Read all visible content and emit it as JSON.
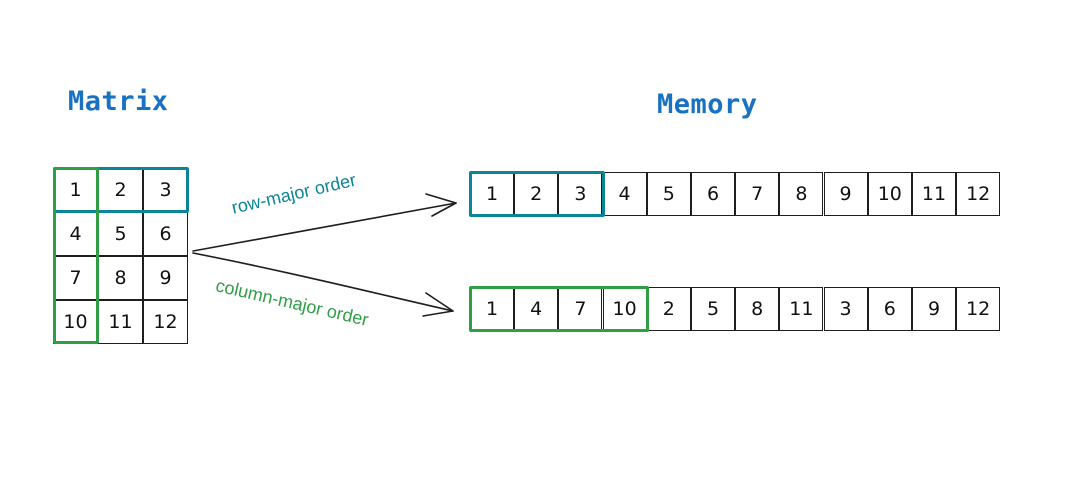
{
  "titles": {
    "matrix": "Matrix",
    "memory": "Memory"
  },
  "matrix": {
    "rows": [
      [
        "1",
        "2",
        "3"
      ],
      [
        "4",
        "5",
        "6"
      ],
      [
        "7",
        "8",
        "9"
      ],
      [
        "10",
        "11",
        "12"
      ]
    ]
  },
  "memory": {
    "row_major": [
      "1",
      "2",
      "3",
      "4",
      "5",
      "6",
      "7",
      "8",
      "9",
      "10",
      "11",
      "12"
    ],
    "column_major": [
      "1",
      "4",
      "7",
      "10",
      "2",
      "5",
      "8",
      "11",
      "3",
      "6",
      "9",
      "12"
    ]
  },
  "labels": {
    "row_major": "row-major order",
    "column_major": "column-major order"
  },
  "colors": {
    "title": "#1971c2",
    "row_highlight": "#0c8599",
    "column_highlight": "#2f9e44",
    "stroke": "#1e1e1e"
  }
}
